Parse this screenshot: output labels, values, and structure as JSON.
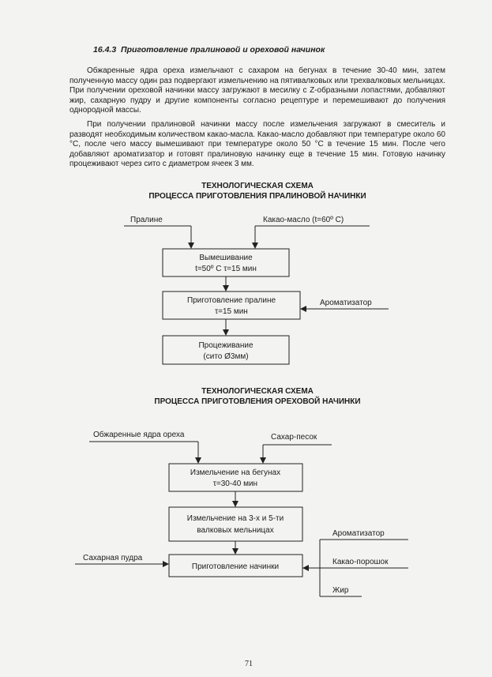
{
  "section": {
    "number": "16.4.3",
    "title": "Приготовление пралиновой и ореховой начинок"
  },
  "paragraphs": [
    "Обжаренные ядра ореха измельчают с сахаром на бегунах в течение 30-40 мин, затем полученную массу один раз подвергают измельчению на пятивалковых или трехвалковых мельницах. При получении ореховой начинки массу загружают в месилку с Z-образными лопастями, добавляют жир, сахарную пудру и другие компоненты согласно рецептуре и перемешивают до получения однородной массы.",
    "При получении пралиновой начинки массу после измельчения загружают в смеситель и разводят необходимым количеством какао-масла. Какао-масло добавляют при температуре около 60 °С, после чего массу вымешивают при температуре около 50 °С в течение 15 мин. После чего добавляют ароматизатор и готовят пралиновую начинку еще в течение 15 мин. Готовую начинку процеживают через сито с диаметром ячеек 3 мм."
  ],
  "scheme1": {
    "title_line1": "ТЕХНОЛОГИЧЕСКАЯ СХЕМА",
    "title_line2": "ПРОЦЕССА ПРИГОТОВЛЕНИЯ ПРАЛИНОВОЙ НАЧИНКИ",
    "inputs": {
      "praline": "Пралине",
      "cocoa_butter": "Какао-масло   (t=60º С)",
      "flavoring": "Ароматизатор"
    },
    "steps": [
      {
        "line1": "Вымешивание",
        "line2": "t=50º С    τ=15 мин"
      },
      {
        "line1": "Приготовление пралине",
        "line2": "τ=15 мин"
      },
      {
        "line1": "Процеживание",
        "line2": "(сито Ø3мм)"
      }
    ]
  },
  "scheme2": {
    "title_line1": "ТЕХНОЛОГИЧЕСКАЯ СХЕМА",
    "title_line2": "ПРОЦЕССА ПРИГОТОВЛЕНИЯ ОРЕХОВОЙ НАЧИНКИ",
    "inputs": {
      "roasted_nuts": "Обжаренные ядра ореха",
      "sugar": "Сахар-песок",
      "powdered_sugar": "Сахарная пудра",
      "flavoring": "Ароматизатор",
      "cocoa_powder": "Какао-порошок",
      "fat": "Жир"
    },
    "steps": [
      {
        "line1": "Измельчение на бегунах",
        "line2": "τ=30-40 мин"
      },
      {
        "line1": "Измельчение на 3-х и 5-ти",
        "line2": "валковых мельницах"
      },
      {
        "line1": "Приготовление начинки",
        "line2": ""
      }
    ]
  },
  "page_number": "71"
}
